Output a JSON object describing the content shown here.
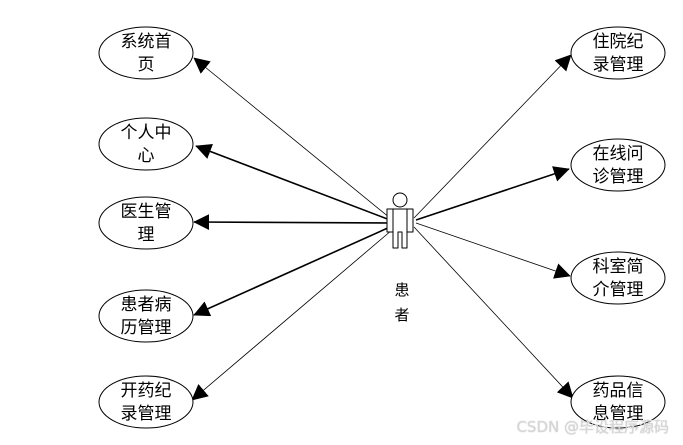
{
  "actor": {
    "label_lines": [
      "患",
      "者"
    ]
  },
  "use_cases": [
    {
      "id": "uc-home",
      "lines": [
        "系统首",
        "页"
      ],
      "side": "left"
    },
    {
      "id": "uc-personal",
      "lines": [
        "个人中",
        "心"
      ],
      "side": "left"
    },
    {
      "id": "uc-doctor",
      "lines": [
        "医生管",
        "理"
      ],
      "side": "left"
    },
    {
      "id": "uc-record",
      "lines": [
        "患者病",
        "历管理"
      ],
      "side": "left"
    },
    {
      "id": "uc-prescription",
      "lines": [
        "开药纪",
        "录管理"
      ],
      "side": "left"
    },
    {
      "id": "uc-hospital",
      "lines": [
        "住院纪",
        "录管理"
      ],
      "side": "right"
    },
    {
      "id": "uc-online",
      "lines": [
        "在线问",
        "诊管理"
      ],
      "side": "right"
    },
    {
      "id": "uc-dept",
      "lines": [
        "科室简",
        "介管理"
      ],
      "side": "right"
    },
    {
      "id": "uc-drug",
      "lines": [
        "药品信",
        "息管理"
      ],
      "side": "right"
    }
  ],
  "watermark": "CSDN @毕设程序源码"
}
